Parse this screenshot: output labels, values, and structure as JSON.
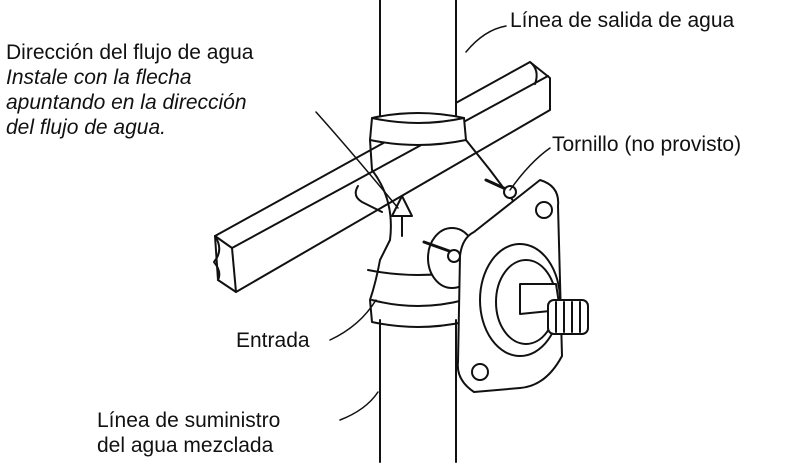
{
  "labels": {
    "outlet": "Línea de salida de agua",
    "flow_direction": {
      "title": "Dirección del flujo de agua",
      "instruction_lines": [
        "Instale con la flecha",
        "apuntando en la dirección",
        "del flujo de agua."
      ]
    },
    "screw": "Tornillo (no provisto)",
    "inlet": "Entrada",
    "supply_lines": [
      "Línea de suministro",
      "del agua mezclada"
    ]
  },
  "colors": {
    "line": "#111111",
    "background": "#ffffff"
  }
}
